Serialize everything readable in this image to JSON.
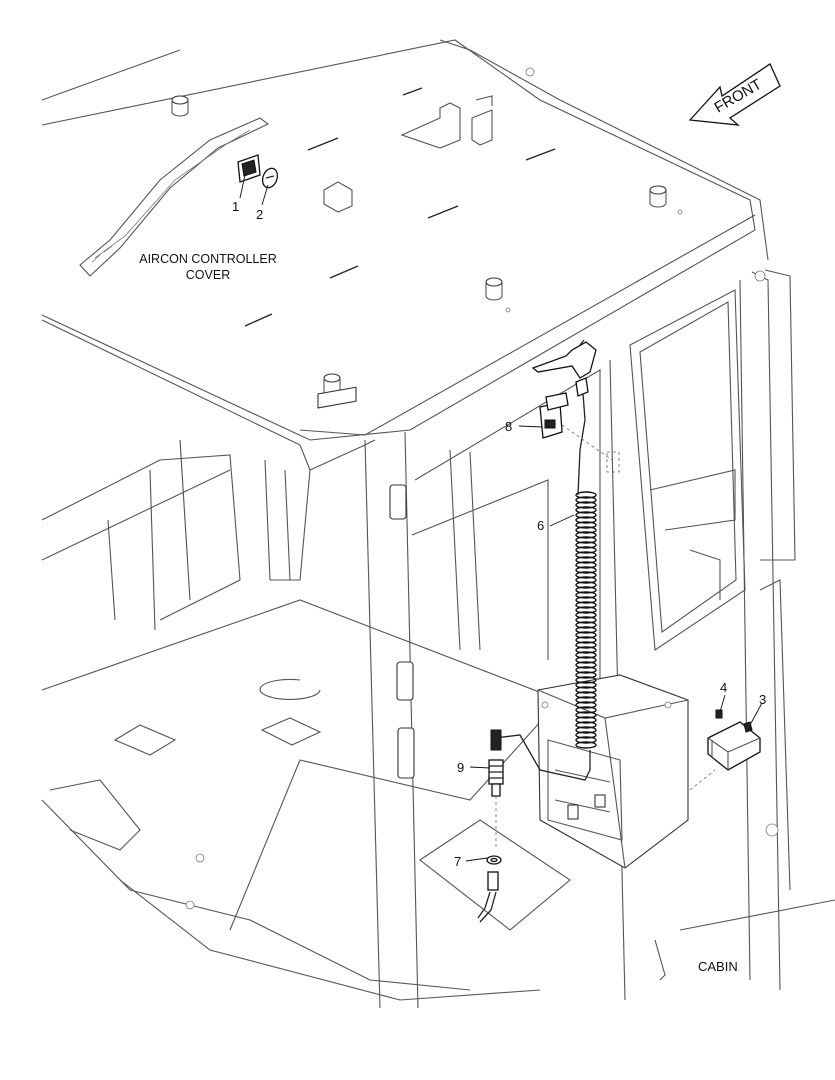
{
  "labels": {
    "front": "FRONT",
    "note_line1": "AIRCON CONTROLLER",
    "note_line2": "COVER",
    "cabin": "CABIN"
  },
  "callouts": [
    "1",
    "2",
    "3",
    "4",
    "6",
    "7",
    "8",
    "9"
  ]
}
